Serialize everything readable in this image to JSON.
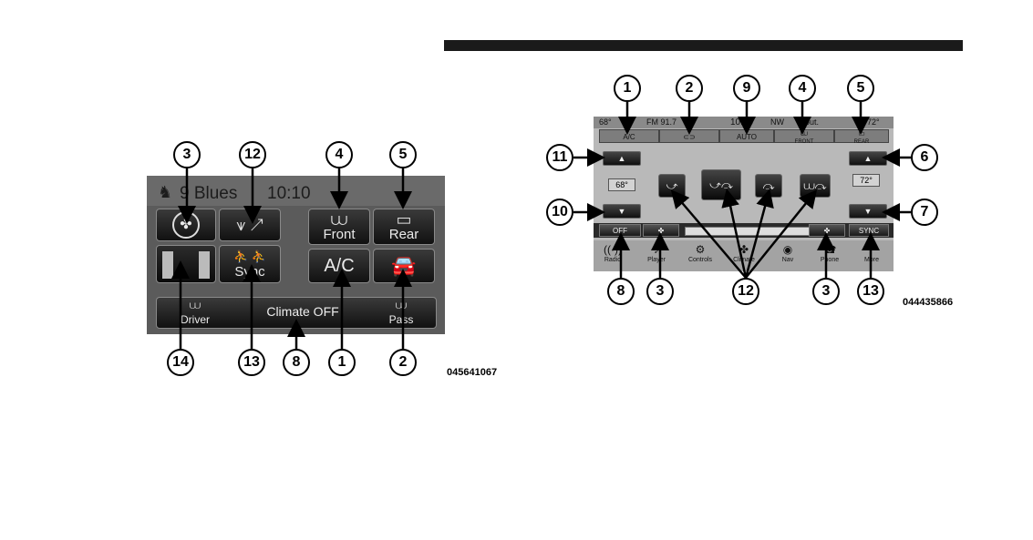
{
  "left_figure": {
    "status_station": "9 Blues",
    "status_clock": "10:10",
    "buttons": {
      "front_label": "Front",
      "rear_label": "Rear",
      "ac_label": "A/C",
      "sync_label": "Sync",
      "driver_label": "Driver",
      "climate_off_label": "Climate OFF",
      "pass_label": "Pass"
    },
    "callouts_top": [
      "3",
      "12",
      "4",
      "5"
    ],
    "callouts_bottom": [
      "14",
      "13",
      "8",
      "1",
      "2"
    ],
    "figure_code": "045641067"
  },
  "right_figure": {
    "status": {
      "temp_left": "68°",
      "radio": "FM 91.7",
      "clock": "10:10",
      "compass": "NW",
      "outside": "out.",
      "temp_right": "72°"
    },
    "tabs": {
      "ac": "A/C",
      "auto": "AUTO",
      "front": "FRONT",
      "rear": "REAR"
    },
    "temp_driver": "68°",
    "temp_passenger": "72°",
    "bottom_buttons": {
      "off": "OFF",
      "sync": "SYNC"
    },
    "nav": [
      "Radio",
      "Player",
      "Controls",
      "Climate",
      "Nav",
      "Phone",
      "More"
    ],
    "callouts_top": [
      "1",
      "2",
      "9",
      "4",
      "5"
    ],
    "callouts_left": [
      "11",
      "10"
    ],
    "callouts_right": [
      "6",
      "7"
    ],
    "callouts_bottom": [
      "8",
      "3",
      "12",
      "3",
      "13"
    ],
    "figure_code": "044435866"
  },
  "icons": [
    "fan-icon",
    "defrost-front-icon",
    "defrost-rear-icon",
    "recirculation-icon",
    "seat-heater-icon",
    "airflow-icon"
  ]
}
